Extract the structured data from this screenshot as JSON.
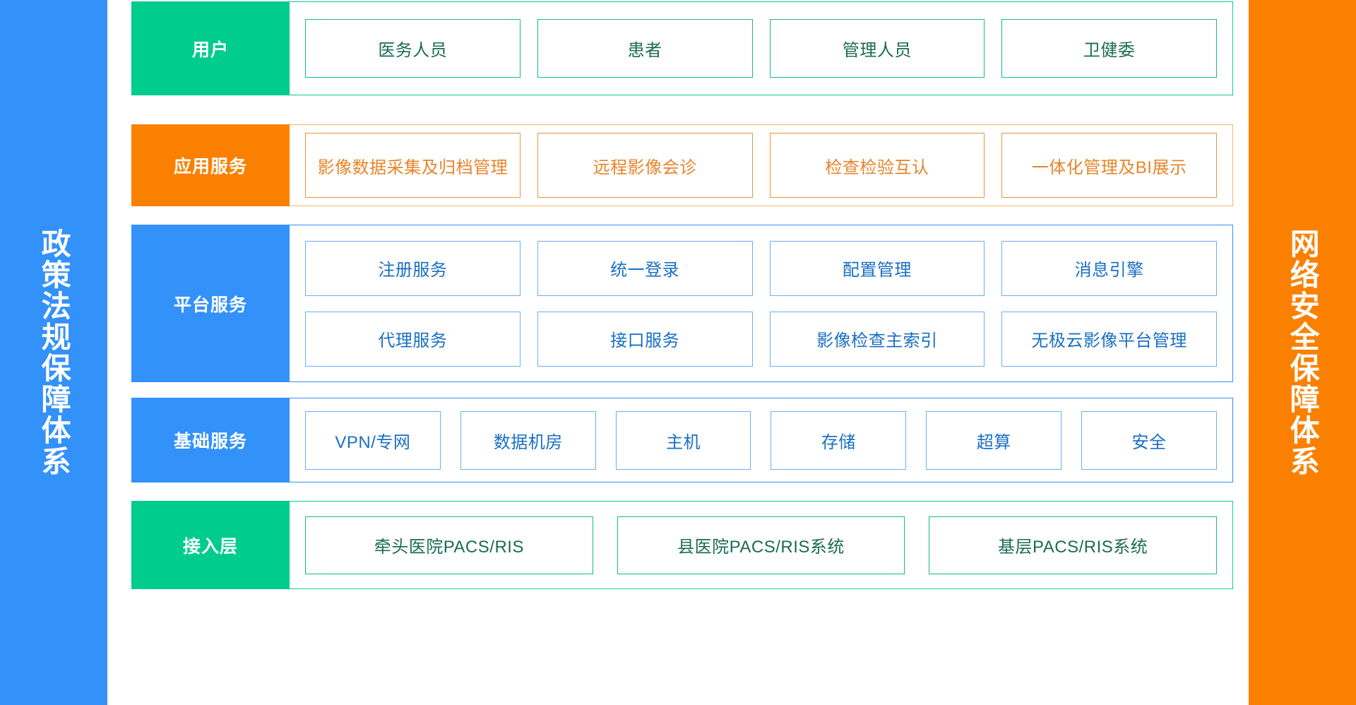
{
  "pillars": {
    "left": {
      "text": "政策法规保障体系",
      "color": "#3391FA",
      "text_color": "#FFFFFF"
    },
    "right": {
      "text": "网络安全保障体系",
      "color": "#FB8000",
      "text_color": "#FFFFFF"
    }
  },
  "colors": {
    "green": "#00CC8E",
    "green_border": "#19B88A",
    "green_text": "#1B6B55",
    "orange": "#FB8000",
    "orange_border": "#E89338",
    "orange_text": "#E8842A",
    "blue": "#3391FA",
    "blue_border": "#6BAEF5",
    "blue_text": "#1A6FC4"
  },
  "layers": [
    {
      "label": "用户",
      "theme": "green",
      "rows": [
        [
          "医务人员",
          "患者",
          "管理人员",
          "卫健委"
        ]
      ]
    },
    {
      "label": "应用服务",
      "theme": "orange",
      "rows": [
        [
          "影像数据采集及归档管理",
          "远程影像会诊",
          "检查检验互认",
          "一体化管理及BI展示"
        ]
      ]
    },
    {
      "label": "平台服务",
      "theme": "blue",
      "rows": [
        [
          "注册服务",
          "统一登录",
          "配置管理",
          "消息引擎"
        ],
        [
          "代理服务",
          "接口服务",
          "影像检查主索引",
          "无极云影像平台管理"
        ]
      ]
    },
    {
      "label": "基础服务",
      "theme": "blue",
      "rows": [
        [
          "VPN/专网",
          "数据机房",
          "主机",
          "存储",
          "超算",
          "安全"
        ]
      ]
    },
    {
      "label": "接入层",
      "theme": "green",
      "rows": [
        [
          "牵头医院PACS/RIS",
          "县医院PACS/RIS系统",
          "基层PACS/RIS系统"
        ]
      ]
    }
  ]
}
